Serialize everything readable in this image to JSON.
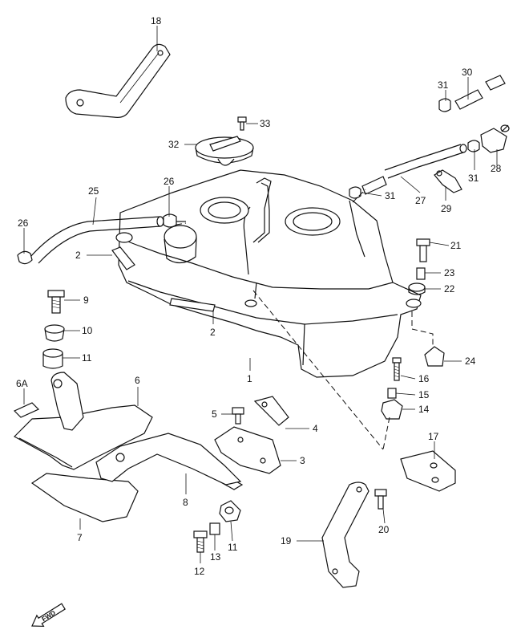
{
  "diagram": {
    "fwd_label": "FWD",
    "callouts": {
      "c1": "1",
      "c2a": "2",
      "c2b": "2",
      "c3": "3",
      "c4": "4",
      "c5": "5",
      "c6": "6",
      "c6a": "6A",
      "c7": "7",
      "c8": "8",
      "c9": "9",
      "c10": "10",
      "c11a": "11",
      "c11b": "11",
      "c12": "12",
      "c13": "13",
      "c14": "14",
      "c15": "15",
      "c16": "16",
      "c17": "17",
      "c18": "18",
      "c19": "19",
      "c20": "20",
      "c21": "21",
      "c22": "22",
      "c23": "23",
      "c24": "24",
      "c25": "25",
      "c26a": "26",
      "c26b": "26",
      "c27": "27",
      "c28": "28",
      "c29": "29",
      "c30": "30",
      "c31a": "31",
      "c31b": "31",
      "c31c": "31",
      "c32": "32",
      "c33": "33"
    }
  }
}
